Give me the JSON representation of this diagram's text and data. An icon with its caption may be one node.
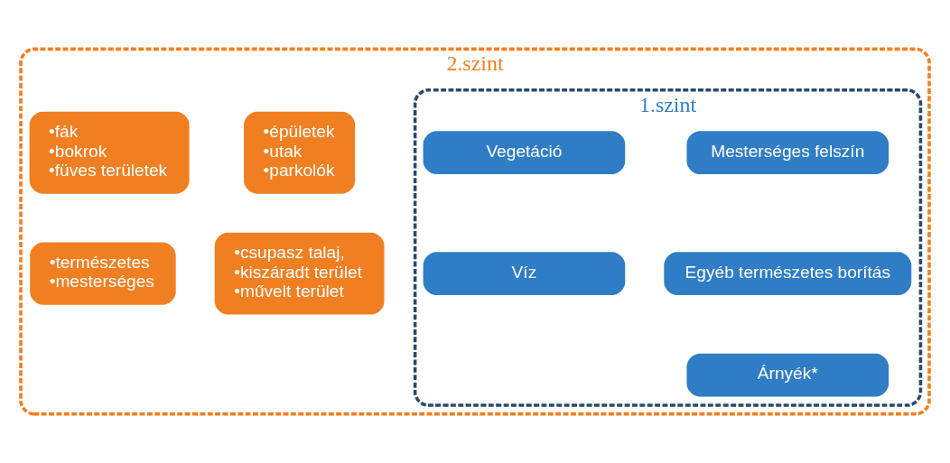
{
  "diagram": {
    "nodes": [
      {
        "text": [
          "2.szint"
        ]
      },
      {
        "text": [
          "•épületek",
          "•utak",
          "•parkolók"
        ],
        "in": 0
      },
      {
        "text": [
          "1.szint"
        ],
        "in": 0
      },
      {
        "text": [
          "Mesterséges felszín"
        ],
        "in": 2
      },
      {
        "text": [
          "Vegetáció"
        ],
        "in": 2
      },
      {
        "text": [
          "•fák",
          "•bokrok",
          "•füves területek"
        ],
        "in": 0
      },
      {
        "text": [
          "•csupasz talaj,",
          "•kiszáradt terület",
          "•művelt terület"
        ],
        "in": 0
      },
      {
        "text": [
          "Egyéb természetes borítás"
        ],
        "in": 2
      },
      {
        "text": [
          "Víz"
        ],
        "in": 2
      },
      {
        "text": [
          "•természetes",
          "•mesterséges"
        ],
        "in": 0
      },
      {
        "text": [
          "Árnyék*"
        ],
        "in": 2
      }
    ]
  }
}
